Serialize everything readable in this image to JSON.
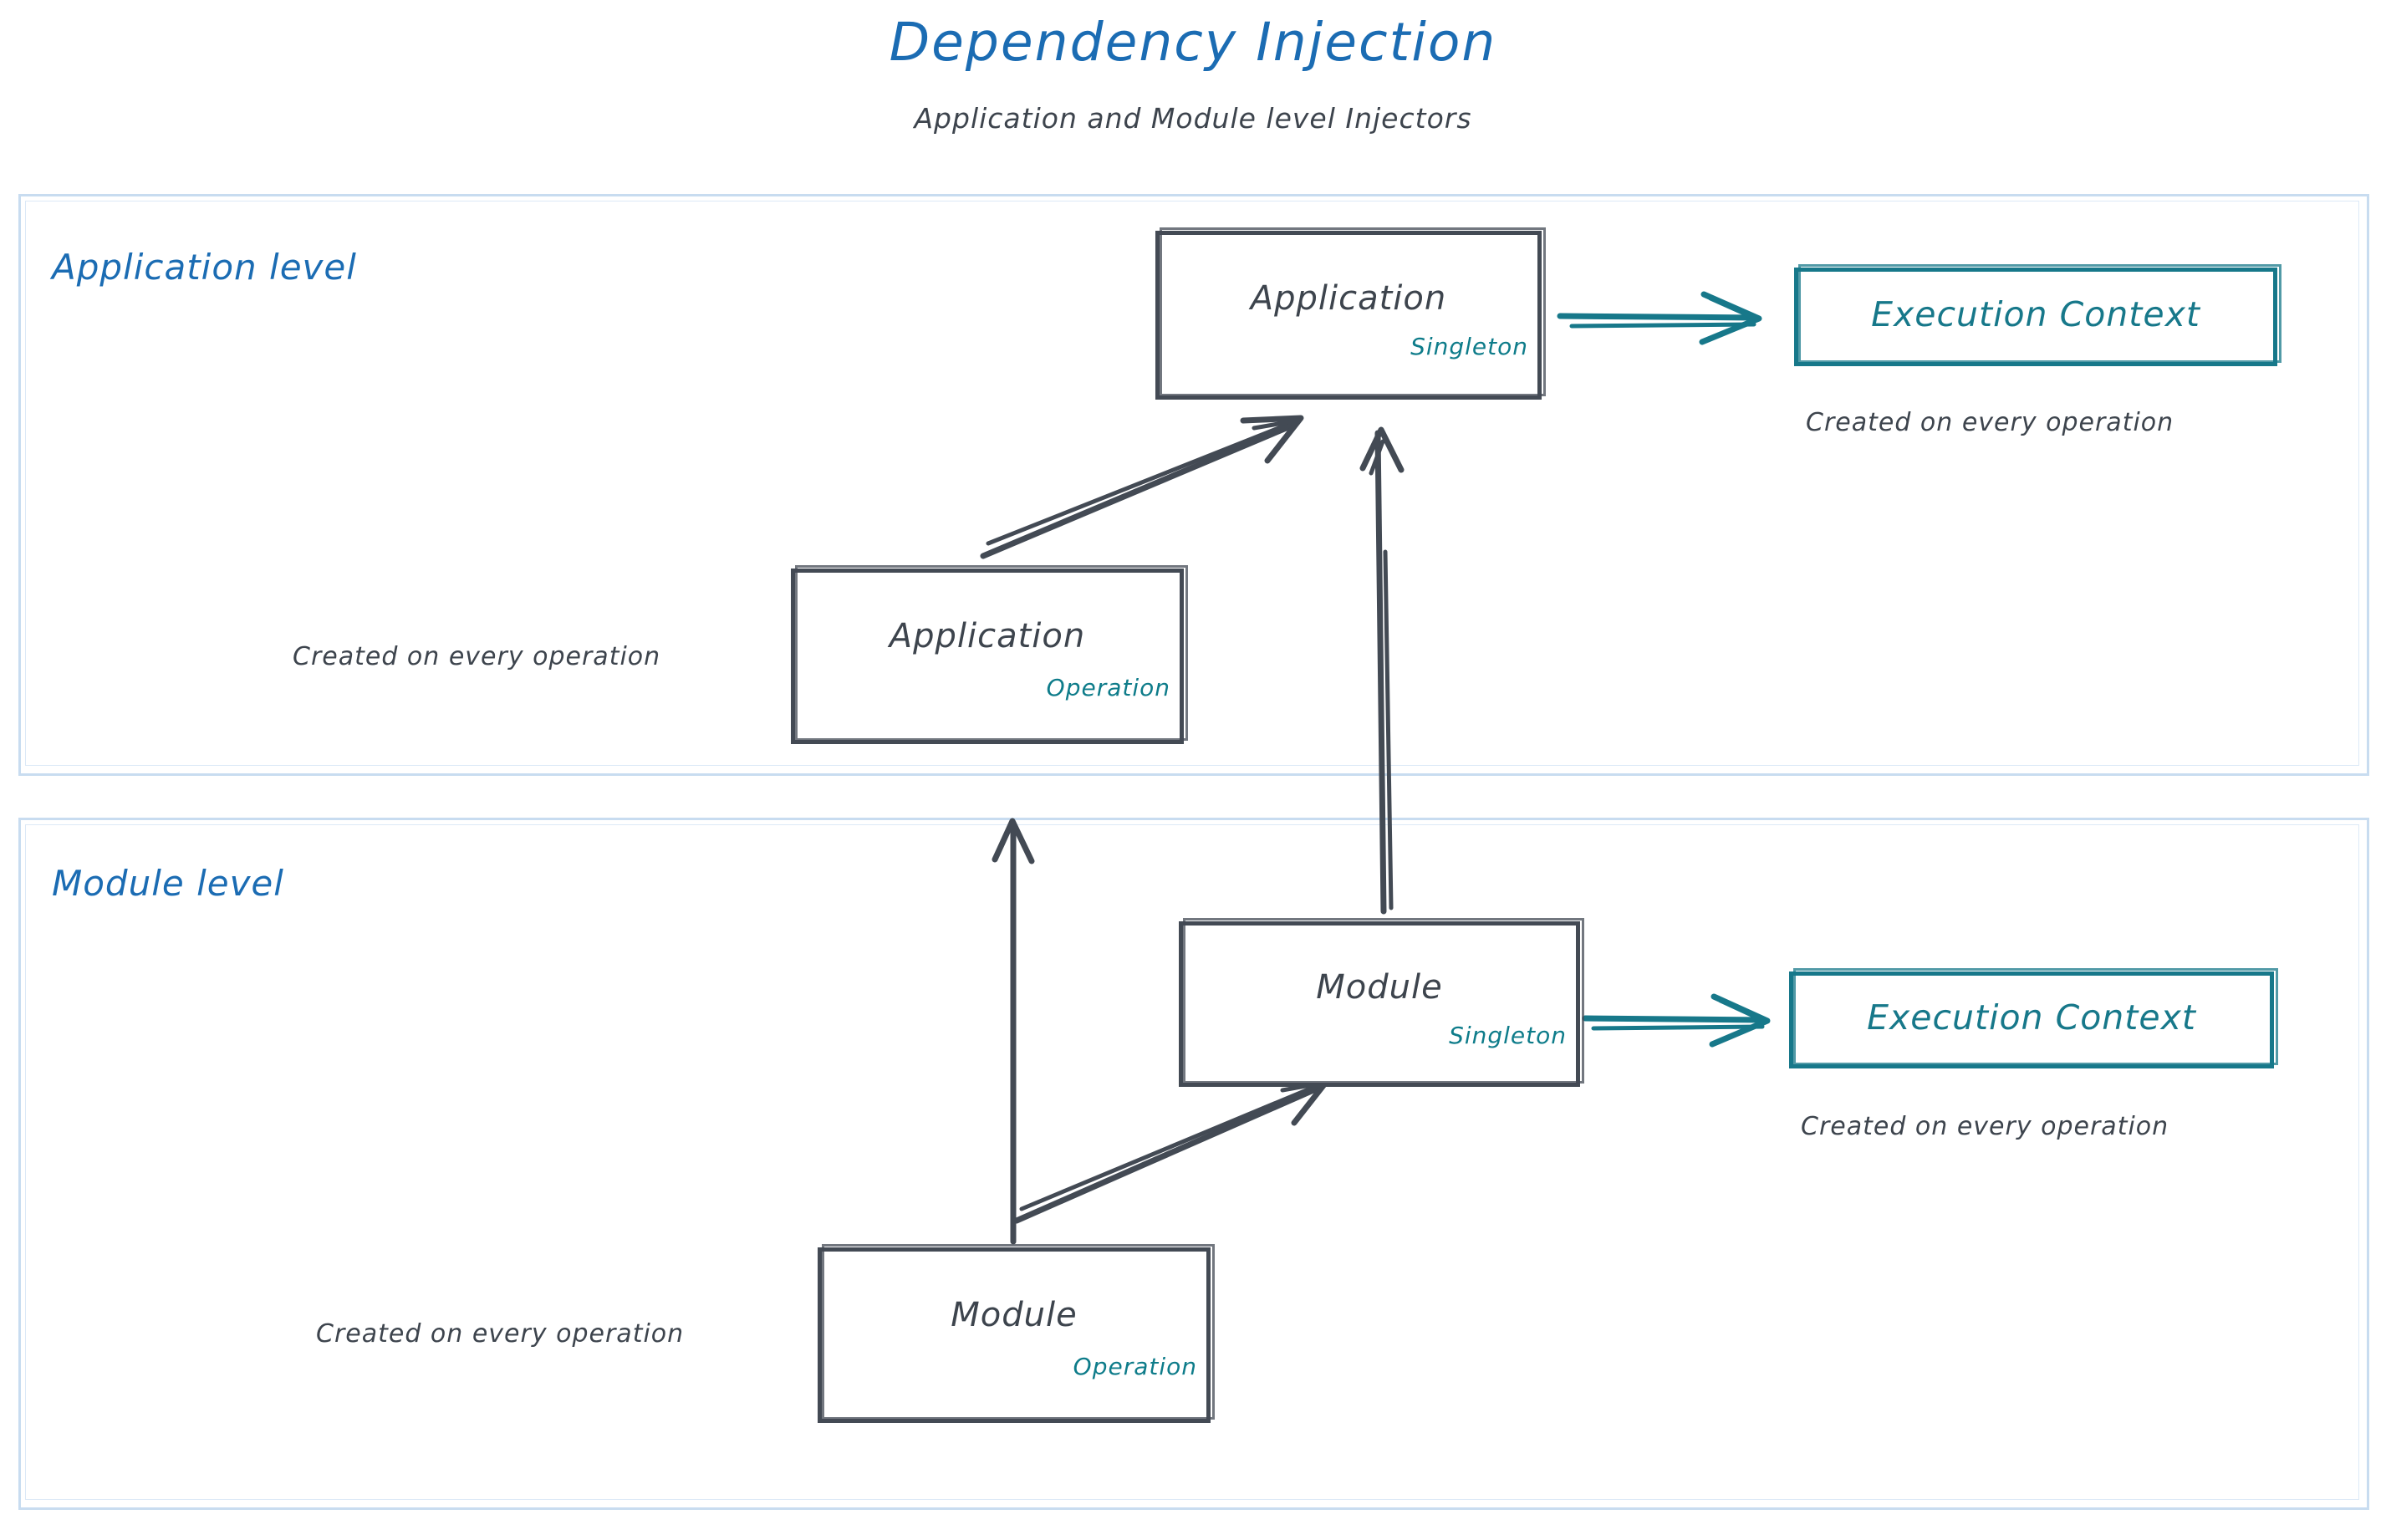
{
  "header": {
    "title": "Dependency Injection",
    "subtitle": "Application and Module level Injectors"
  },
  "colors": {
    "title_blue": "#1b6cb3",
    "panel_border": "#c8dcf0",
    "ink_gray": "#434a54",
    "teal": "#17788a",
    "text_gray": "#3d444d",
    "background": "#ffffff"
  },
  "panels": [
    {
      "id": "application-level",
      "label": "Application level"
    },
    {
      "id": "module-level",
      "label": "Module level"
    }
  ],
  "nodes": [
    {
      "id": "application-singleton",
      "title": "Application",
      "scope": "Singleton",
      "level": "application-level",
      "style": "gray"
    },
    {
      "id": "application-execution-context",
      "title": "Execution Context",
      "scope": "",
      "level": "application-level",
      "style": "teal"
    },
    {
      "id": "application-operation",
      "title": "Application",
      "scope": "Operation",
      "level": "application-level",
      "style": "gray"
    },
    {
      "id": "module-singleton",
      "title": "Module",
      "scope": "Singleton",
      "level": "module-level",
      "style": "gray"
    },
    {
      "id": "module-execution-context",
      "title": "Execution Context",
      "scope": "",
      "level": "module-level",
      "style": "teal"
    },
    {
      "id": "module-operation",
      "title": "Module",
      "scope": "Operation",
      "level": "module-level",
      "style": "gray"
    }
  ],
  "captions": {
    "application_execution_context": "Created on every operation",
    "application_operation": "Created on every operation",
    "module_execution_context": "Created on every operation",
    "module_operation": "Created on every operation"
  },
  "edges": [
    {
      "id": "app-singleton-to-exec-context",
      "from": "application-singleton",
      "to": "application-execution-context",
      "color": "teal"
    },
    {
      "id": "app-operation-to-app-singleton",
      "from": "application-operation",
      "to": "application-singleton",
      "color": "gray"
    },
    {
      "id": "module-singleton-to-app-singleton",
      "from": "module-singleton",
      "to": "application-singleton",
      "color": "gray"
    },
    {
      "id": "module-singleton-to-exec-context",
      "from": "module-singleton",
      "to": "module-execution-context",
      "color": "teal"
    },
    {
      "id": "module-operation-to-module-singleton",
      "from": "module-operation",
      "to": "module-singleton",
      "color": "gray"
    },
    {
      "id": "module-operation-to-app-operation",
      "from": "module-operation",
      "to": "application-operation",
      "color": "gray"
    }
  ]
}
